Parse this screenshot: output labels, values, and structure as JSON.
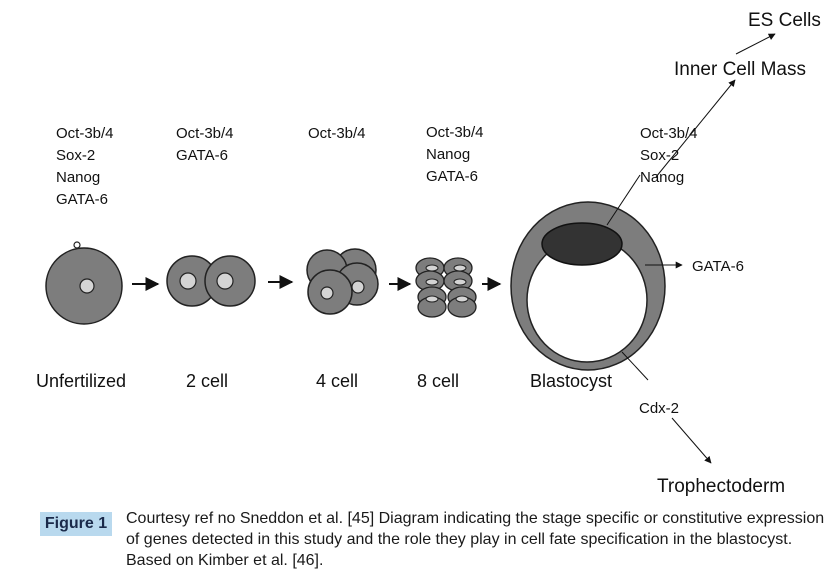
{
  "stages": {
    "unfertilized": {
      "label": "Unfertilized",
      "genes": [
        "Oct-3b/4",
        "Sox-2",
        "Nanog",
        "GATA-6"
      ]
    },
    "two_cell": {
      "label": "2 cell",
      "genes": [
        "Oct-3b/4",
        "GATA-6"
      ]
    },
    "four_cell": {
      "label": "4 cell",
      "genes": [
        "Oct-3b/4"
      ]
    },
    "eight_cell": {
      "label": "8 cell",
      "genes": [
        "Oct-3b/4",
        "Nanog",
        "GATA-6"
      ]
    },
    "blastocyst": {
      "label": "Blastocyst",
      "genes": [
        "Oct-3b/4",
        "Sox-2",
        "Nanog"
      ]
    }
  },
  "fates": {
    "es_cells": "ES Cells",
    "inner_cell_mass": "Inner Cell Mass",
    "gata6": "GATA-6",
    "cdx2": "Cdx-2",
    "trophectoderm": "Trophectoderm"
  },
  "caption": {
    "tag": "Figure 1",
    "text": "Courtesy ref no Sneddon et al. [45] Diagram indicating the stage specific or constitutive expression of genes detected in this study and the role they play in cell fate specification in the blastocyst. Based on Kimber et al. [46]."
  },
  "colors": {
    "cell": "#7d7d7d",
    "nucleus": "#d4d4d4",
    "icm": "#333333",
    "cavity": "#ffffff",
    "stroke": "#222222"
  }
}
